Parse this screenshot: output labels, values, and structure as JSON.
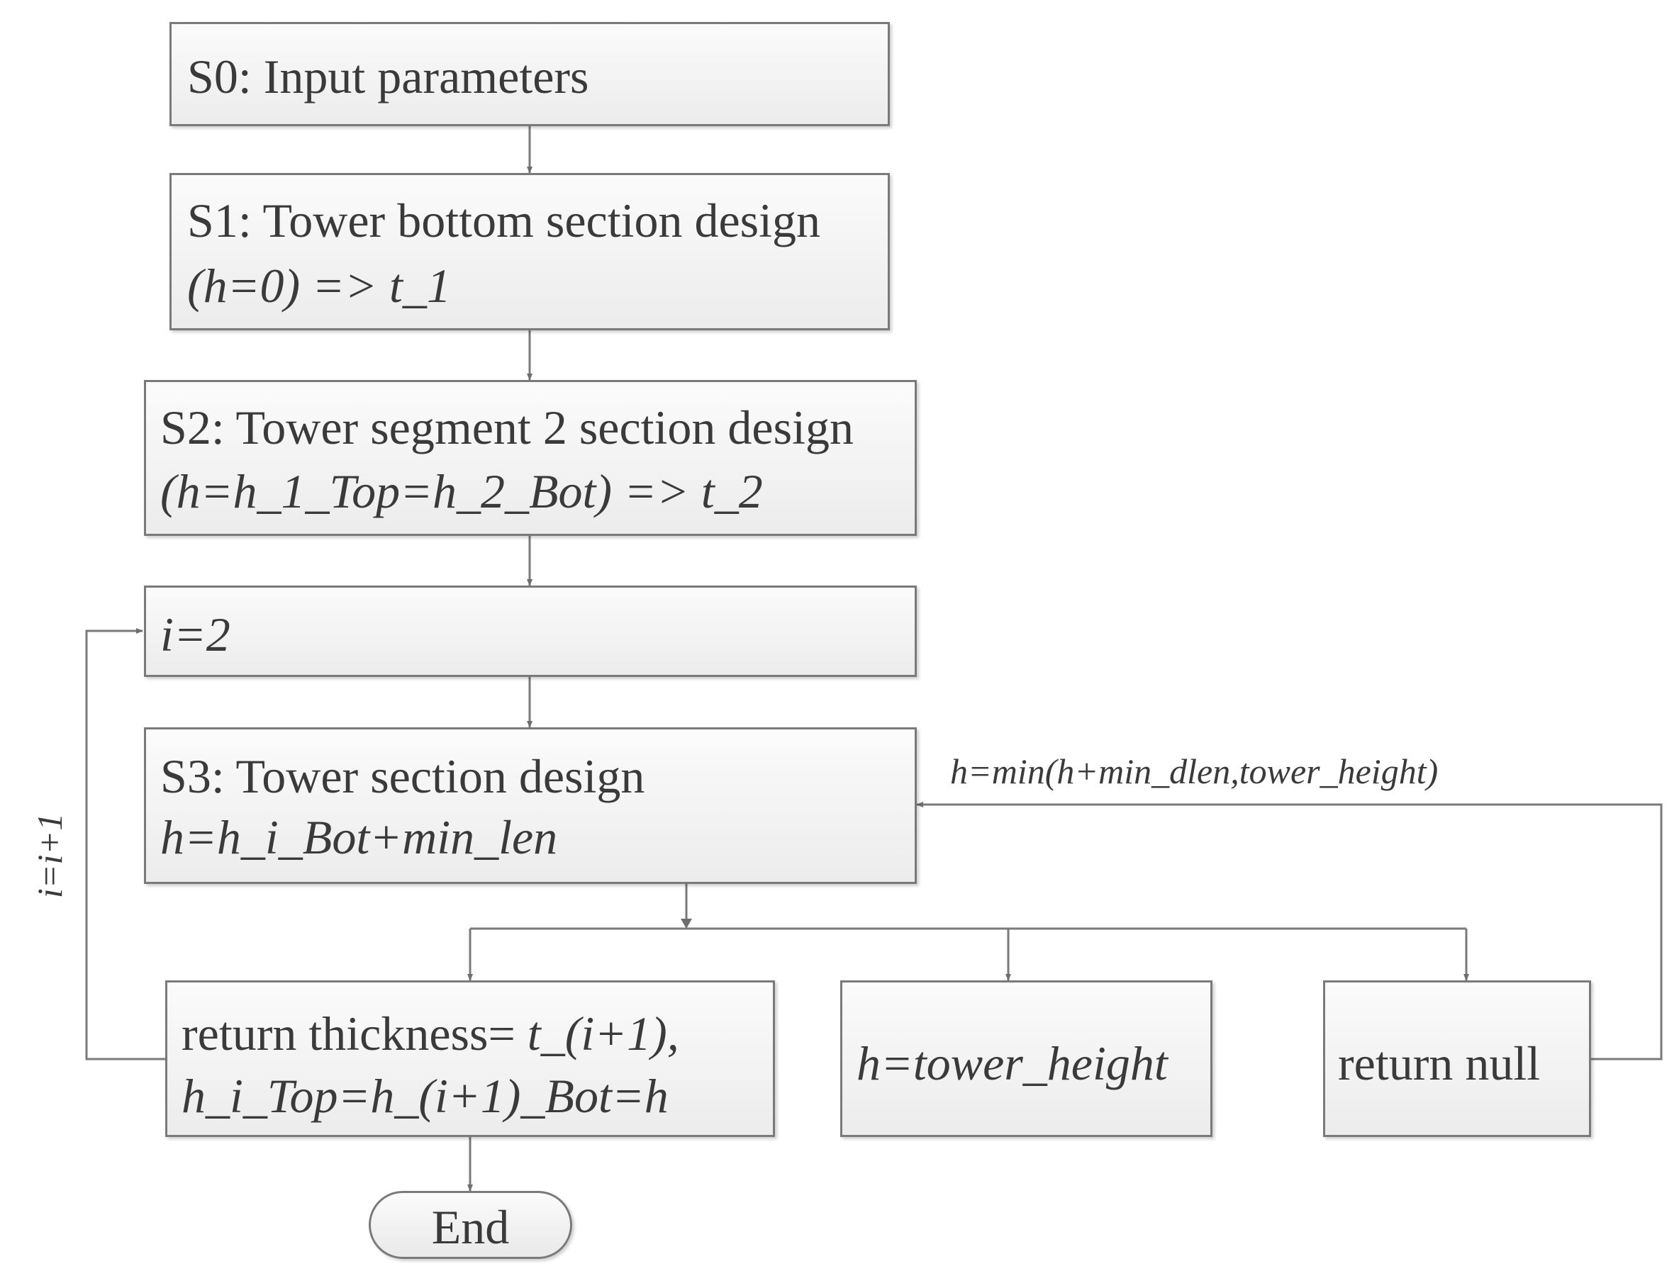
{
  "nodes": {
    "s0": {
      "line1": "S0: Input parameters"
    },
    "s1": {
      "line1": "S1: Tower bottom section design",
      "line2": "(h=0) => t_1"
    },
    "s2": {
      "line1": "S2: Tower segment 2 section design",
      "line2": "(h=h_1_Top=h_2_Bot) => t_2"
    },
    "init": {
      "line1": "i=2"
    },
    "s3": {
      "line1": "S3: Tower section design",
      "line2": "h=h_i_Bot+min_len"
    },
    "ret_thick": {
      "line1a": "return thickness= ",
      "line1b": "t_(i+1),",
      "line2": "h_i_Top=h_(i+1)_Bot=h"
    },
    "tower_h": {
      "line1": "h=tower_height"
    },
    "ret_null": {
      "line1": "return null"
    },
    "end": {
      "label": "End"
    }
  },
  "edge_labels": {
    "increment": "i=i+1",
    "update_h": "h=min(h+min_dlen,tower_height)"
  }
}
